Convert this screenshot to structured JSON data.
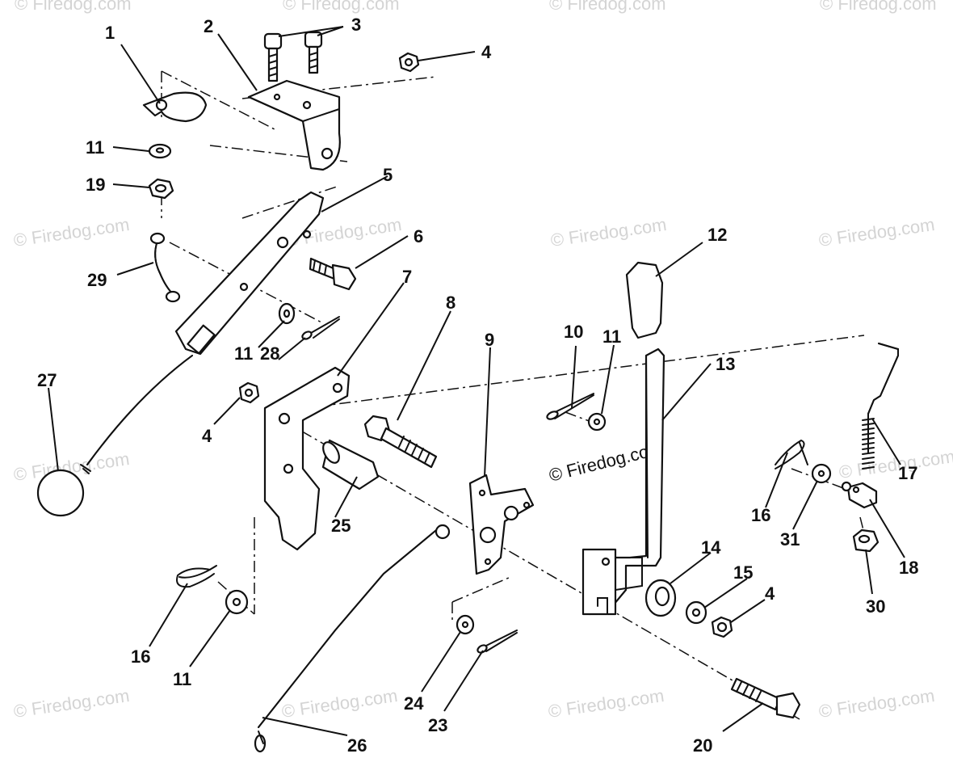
{
  "watermark": {
    "text": "© Firedog.com",
    "center_text": "© Firedog.com",
    "color": "#d4d4d4"
  },
  "callouts": {
    "c1": "1",
    "c2": "2",
    "c3": "3",
    "c4a": "4",
    "c5": "5",
    "c6": "6",
    "c7": "7",
    "c8": "8",
    "c9": "9",
    "c10": "10",
    "c11a": "11",
    "c11b": "11",
    "c11c": "11",
    "c11d": "11",
    "c12": "12",
    "c13": "13",
    "c14": "14",
    "c15": "15",
    "c4b": "4",
    "c4c": "4",
    "c16a": "16",
    "c16b": "16",
    "c17": "17",
    "c18": "18",
    "c19": "19",
    "c20": "20",
    "c23": "23",
    "c24": "24",
    "c25": "25",
    "c26": "26",
    "c27": "27",
    "c28": "28",
    "c29": "29",
    "c30": "30",
    "c31": "31"
  }
}
